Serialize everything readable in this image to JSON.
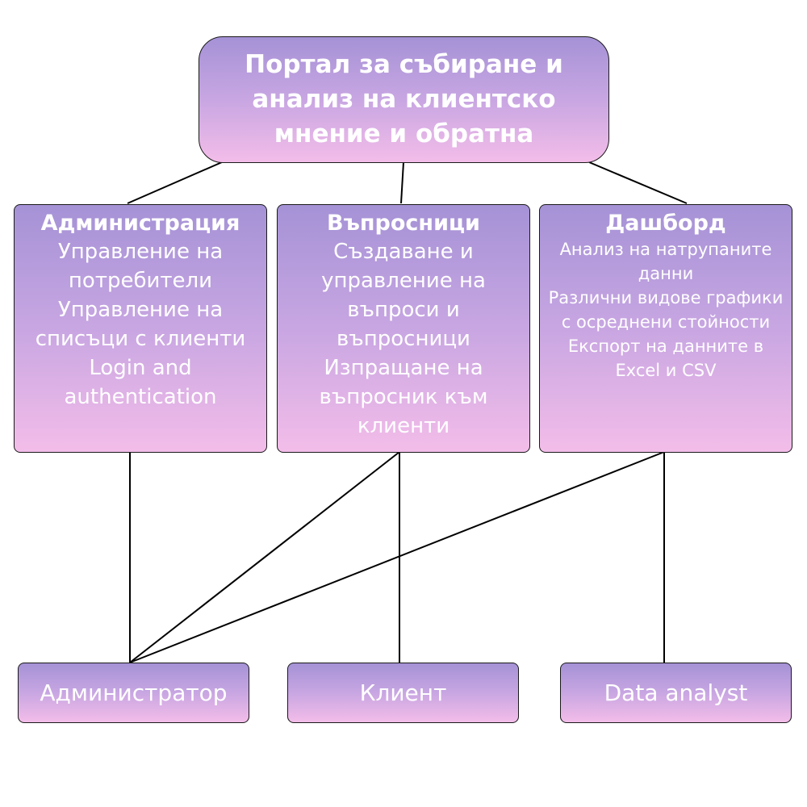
{
  "root": {
    "title": "Портал за събиране и анализ на клиентско мнение и обратна"
  },
  "modules": [
    {
      "title": "Администрация",
      "items": [
        "Управление на потребители",
        "Управление на списъци с клиенти",
        "Login and authentication"
      ]
    },
    {
      "title": "Въпросници",
      "items": [
        "Създаване и управление на въпроси и въпросници",
        "Изпращане на въпросник към клиенти"
      ]
    },
    {
      "title": "Дашборд",
      "items": [
        "Анализ на натрупаните данни",
        "Различни видове графики с осреднени стойности",
        "Експорт на данните в Excel и CSV"
      ]
    }
  ],
  "roles": [
    "Администратор",
    "Клиент",
    "Data analyst"
  ],
  "colors": {
    "gradient_top": "#a592d6",
    "gradient_bottom": "#f3bde9",
    "line": "#000000",
    "text": "#ffffff"
  }
}
